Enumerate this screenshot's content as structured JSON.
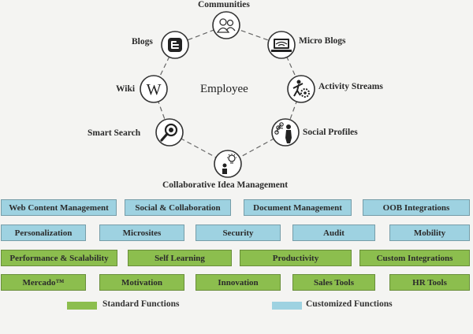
{
  "center": "Employee",
  "nodes": [
    {
      "label": "Communities",
      "icon": "people-icon"
    },
    {
      "label": "Micro Blogs",
      "icon": "laptop-icon"
    },
    {
      "label": "Activity Streams",
      "icon": "activity-gears-icon"
    },
    {
      "label": "Social Profiles",
      "icon": "social-network-icon"
    },
    {
      "label": "Collaborative Idea Management",
      "icon": "idea-icon"
    },
    {
      "label": "Smart Search",
      "icon": "magnifier-icon"
    },
    {
      "label": "Wiki",
      "icon": "wikipedia-icon"
    },
    {
      "label": "Blogs",
      "icon": "blogger-icon"
    }
  ],
  "rows": [
    [
      {
        "label": "Web Content Management",
        "type": "custom"
      },
      {
        "label": "Social & Collaboration",
        "type": "custom"
      },
      {
        "label": "Document Management",
        "type": "custom"
      },
      {
        "label": "OOB Integrations",
        "type": "custom"
      }
    ],
    [
      {
        "label": "Personalization",
        "type": "custom"
      },
      {
        "label": "Microsites",
        "type": "custom"
      },
      {
        "label": "Security",
        "type": "custom"
      },
      {
        "label": "Audit",
        "type": "custom"
      },
      {
        "label": "Mobility",
        "type": "custom"
      }
    ],
    [
      {
        "label": "Performance & Scalability",
        "type": "standard"
      },
      {
        "label": "Self Learning",
        "type": "standard"
      },
      {
        "label": "Productivity",
        "type": "standard"
      },
      {
        "label": "Custom Integrations",
        "type": "standard"
      }
    ],
    [
      {
        "label": "Mercado™",
        "type": "standard"
      },
      {
        "label": "Motivation",
        "type": "standard"
      },
      {
        "label": "Innovation",
        "type": "standard"
      },
      {
        "label": "Sales Tools",
        "type": "standard"
      },
      {
        "label": "HR Tools",
        "type": "standard"
      }
    ]
  ],
  "legend": {
    "standard": "Standard Functions",
    "custom": "Customized Functions"
  },
  "colors": {
    "standard": "#8cbe4e",
    "custom": "#9ed2e1"
  }
}
